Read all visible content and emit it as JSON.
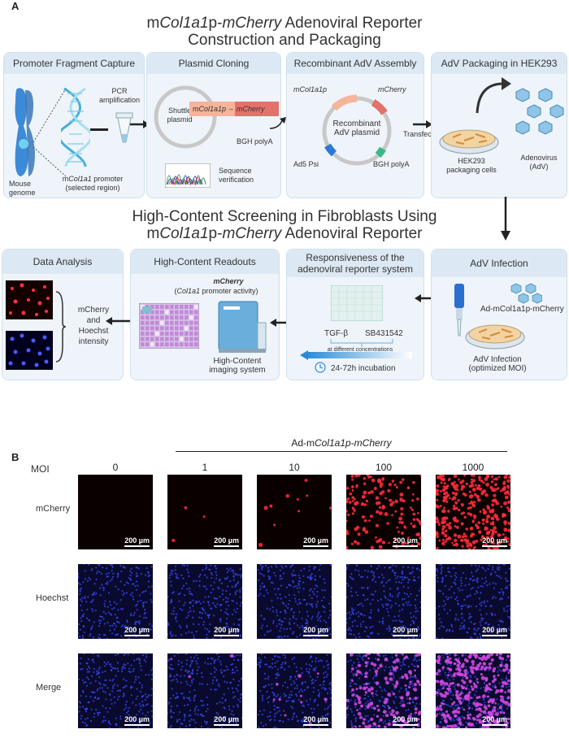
{
  "panel_a": {
    "letter": "A",
    "title_line1_prefix": "m",
    "title_line1_ital": "Col1a1",
    "title_line1_mid": "p-",
    "title_line1_ital2": "mCherry",
    "title_line1_suffix": " Adenoviral Reporter",
    "title_line2": "Construction and Packaging",
    "section2_line1": "High-Content Screening in Fibroblasts Using",
    "section2_line2_prefix": "m",
    "section2_line2_ital": "Col1a1",
    "section2_line2_mid": "p-",
    "section2_line2_ital2": "mCherry",
    "section2_line2_suffix": " Adenoviral Reporter",
    "boxes": {
      "promoter": {
        "title": "Promoter Fragment Capture",
        "pcr": "PCR\namplification",
        "mouse": "Mouse\ngenome",
        "promoter_prefix": "m",
        "promoter_ital": "Col1a1",
        "promoter_suffix": " promoter",
        "selected": "(selected region)"
      },
      "plasmid": {
        "title": "Plasmid Cloning",
        "shuttle": "Shuttle\nplasmid",
        "insert_left_prefix": "m",
        "insert_left_ital": "Col1a1p",
        "insert_right": "mCherry",
        "bgh": "BGH polyA",
        "seq": "Sequence\nverification"
      },
      "recombinant": {
        "title": "Recombinant AdV Assembly",
        "mcol": "mCol1a1p",
        "mcherry": "mCherry",
        "center": "Recombinant\nAdV plasmid",
        "ad5": "Ad5 Psi",
        "bgh": "BGH polyA"
      },
      "packaging": {
        "title": "AdV Packaging in HEK293",
        "transfection": "Transfection",
        "cells": "HEK293\npackaging cells",
        "adenovirus": "Adenovirus\n(AdV)"
      },
      "analysis": {
        "title": "Data Analysis",
        "text": "mCherry\nand\nHoechst\nintensity"
      },
      "readouts": {
        "title": "High-Content Readouts",
        "mcherry": "mCherry",
        "activity_prefix": "(",
        "activity_ital": "Col1a1",
        "activity_suffix": " promoter activity)",
        "system": "High-Content\nimaging system"
      },
      "responsiveness": {
        "title_line1": "Responsiveness of the",
        "title_line2": "adenoviral reporter system",
        "tgf": "TGF-β",
        "sb": "SB431542",
        "conc": "at different concentrations",
        "incubation": "24-72h incubation"
      },
      "infection": {
        "title": "AdV Infection",
        "ad": "Ad-mCol1a1p-mCherry",
        "moi": "AdV Infection\n(optimized MOI)"
      }
    }
  },
  "panel_b": {
    "letter": "B",
    "group_label_prefix": "Ad-m",
    "group_label_ital": "Col1a1p-mCherry",
    "moi_label": "MOI",
    "moi_values": [
      "0",
      "1",
      "10",
      "100",
      "1000"
    ],
    "rows": [
      "mCherry",
      "Hoechst",
      "Merge"
    ],
    "scale_bar": "200 µm",
    "colors": {
      "mcherry": "#ff2a3a",
      "hoechst": "#3a4bff",
      "merge": "#d046e0"
    }
  }
}
